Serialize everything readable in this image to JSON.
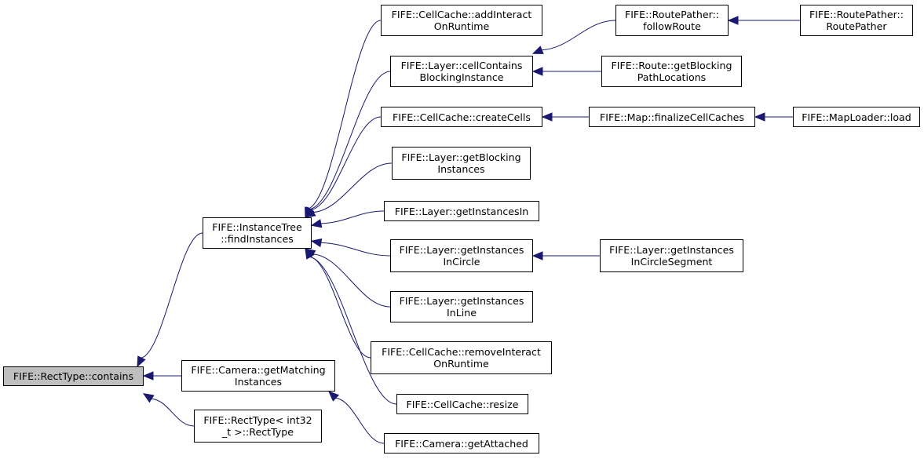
{
  "colors": {
    "edge": "#191970",
    "root_fill": "#bfbfbf",
    "node_fill": "#ffffff",
    "border": "#000000"
  },
  "nodes": {
    "root": {
      "lines": [
        "FIFE::RectType::contains"
      ]
    },
    "find_instances": {
      "lines": [
        "FIFE::InstanceTree",
        "::findInstances"
      ]
    },
    "get_matching": {
      "lines": [
        "FIFE::Camera::getMatching",
        "Instances"
      ]
    },
    "recttype_ctor": {
      "lines": [
        "FIFE::RectType< int32",
        "_t >::RectType"
      ]
    },
    "add_interact": {
      "lines": [
        "FIFE::CellCache::addInteract",
        "OnRuntime"
      ]
    },
    "cell_contains": {
      "lines": [
        "FIFE::Layer::cellContains",
        "BlockingInstance"
      ]
    },
    "create_cells": {
      "lines": [
        "FIFE::CellCache::createCells"
      ]
    },
    "get_blocking": {
      "lines": [
        "FIFE::Layer::getBlocking",
        "Instances"
      ]
    },
    "instances_in": {
      "lines": [
        "FIFE::Layer::getInstancesIn"
      ]
    },
    "in_circle": {
      "lines": [
        "FIFE::Layer::getInstances",
        "InCircle"
      ]
    },
    "in_line": {
      "lines": [
        "FIFE::Layer::getInstances",
        "InLine"
      ]
    },
    "remove_interact": {
      "lines": [
        "FIFE::CellCache::removeInteract",
        "OnRuntime"
      ]
    },
    "resize": {
      "lines": [
        "FIFE::CellCache::resize"
      ]
    },
    "get_attached": {
      "lines": [
        "FIFE::Camera::getAttached"
      ]
    },
    "follow_route": {
      "lines": [
        "FIFE::RoutePather::",
        "followRoute"
      ]
    },
    "route_pather": {
      "lines": [
        "FIFE::RoutePather::",
        "RoutePather"
      ]
    },
    "blocking_path": {
      "lines": [
        "FIFE::Route::getBlocking",
        "PathLocations"
      ]
    },
    "finalize": {
      "lines": [
        "FIFE::Map::finalizeCellCaches"
      ]
    },
    "maploader": {
      "lines": [
        "FIFE::MapLoader::load"
      ]
    },
    "circle_segment": {
      "lines": [
        "FIFE::Layer::getInstances",
        "InCircleSegment"
      ]
    }
  },
  "edges": [
    [
      "root",
      "find_instances"
    ],
    [
      "root",
      "get_matching"
    ],
    [
      "root",
      "recttype_ctor"
    ],
    [
      "find_instances",
      "add_interact"
    ],
    [
      "find_instances",
      "cell_contains"
    ],
    [
      "find_instances",
      "create_cells"
    ],
    [
      "find_instances",
      "get_blocking"
    ],
    [
      "find_instances",
      "instances_in"
    ],
    [
      "find_instances",
      "in_circle"
    ],
    [
      "find_instances",
      "in_line"
    ],
    [
      "find_instances",
      "remove_interact"
    ],
    [
      "find_instances",
      "resize"
    ],
    [
      "get_matching",
      "get_attached"
    ],
    [
      "cell_contains",
      "follow_route"
    ],
    [
      "cell_contains",
      "blocking_path"
    ],
    [
      "follow_route",
      "route_pather"
    ],
    [
      "create_cells",
      "finalize"
    ],
    [
      "finalize",
      "maploader"
    ],
    [
      "in_circle",
      "circle_segment"
    ]
  ]
}
